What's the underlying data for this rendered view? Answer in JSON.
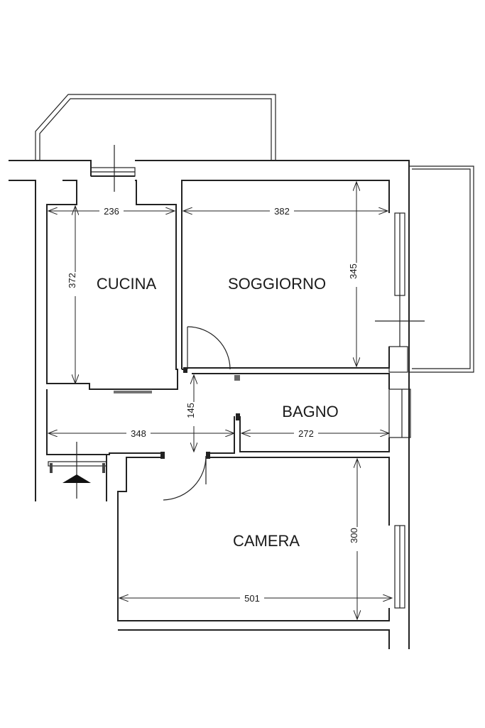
{
  "rooms": {
    "cucina": "CUCINA",
    "soggiorno": "SOGGIORNO",
    "bagno": "BAGNO",
    "camera": "CAMERA"
  },
  "dimensions": {
    "cucina_width": "236",
    "cucina_height": "372",
    "soggiorno_width": "382",
    "soggiorno_height": "345",
    "corridor_width": "348",
    "corridor_height": "145",
    "bagno_width": "272",
    "camera_width": "501",
    "camera_height": "300"
  }
}
